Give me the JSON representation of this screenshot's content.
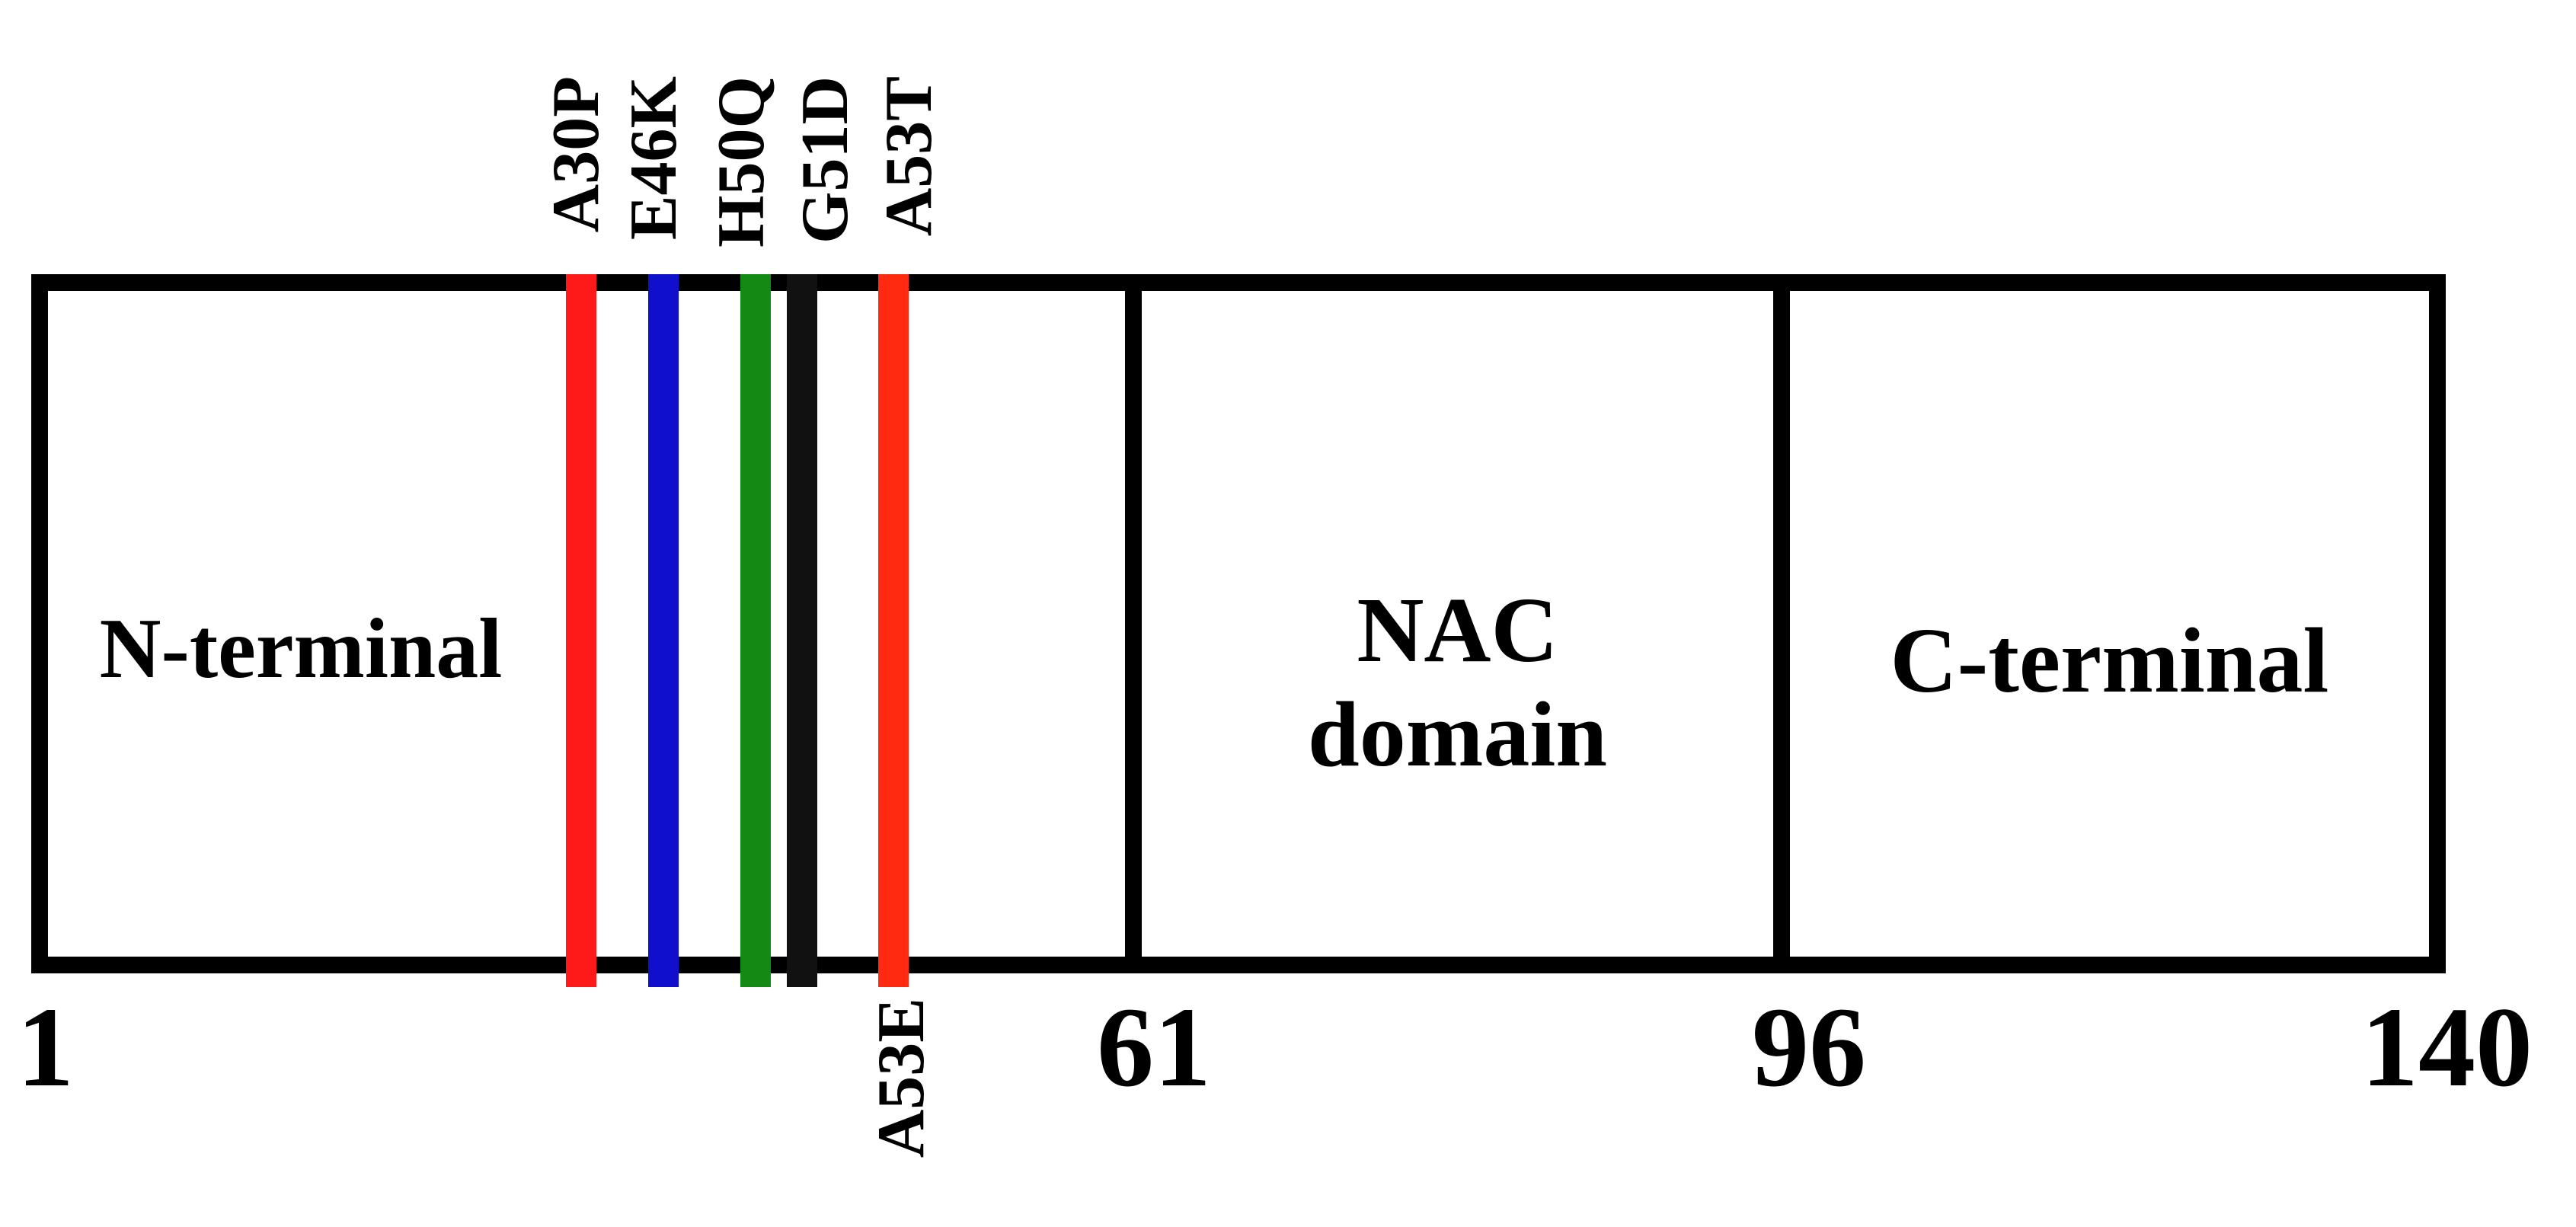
{
  "positions": {
    "start": "1",
    "nac_start": "61",
    "c_start": "96",
    "end": "140"
  },
  "regions": {
    "n_terminal": "N-terminal",
    "nac_line1": "NAC",
    "nac_line2": "domain",
    "c_terminal": "C-terminal"
  },
  "mutations": {
    "a30p": {
      "label": "A30P",
      "color": "#ff1a1a"
    },
    "e46k": {
      "label": "E46K",
      "color": "#1010cc"
    },
    "h50q": {
      "label": "H50Q",
      "color": "#138a13"
    },
    "g51d": {
      "label": "G51D",
      "color": "#111111"
    },
    "a53t": {
      "label": "A53T",
      "color": "#ff2a10"
    },
    "a53e": {
      "label": "A53E"
    }
  }
}
